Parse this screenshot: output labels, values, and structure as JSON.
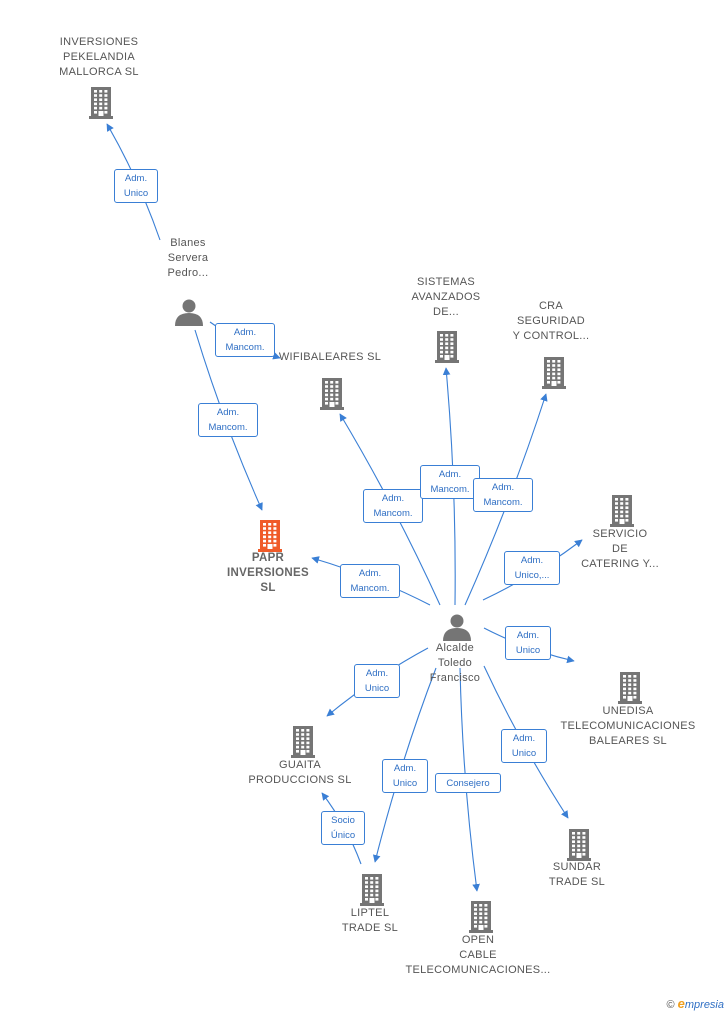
{
  "colors": {
    "edge": "#3a7fd5",
    "node": "#757575",
    "focus": "#f05a28",
    "label": "#555555"
  },
  "nodes": [
    {
      "id": "inversiones-pekelandia",
      "type": "company",
      "label": "INVERSIONES\nPEKELANDIA\nMALLORCA  SL"
    },
    {
      "id": "blanes-servera",
      "type": "person",
      "label": "Blanes\nServera\nPedro..."
    },
    {
      "id": "papr-inversiones",
      "type": "company",
      "focus": true,
      "label": "PAPR\nINVERSIONES\nSL"
    },
    {
      "id": "wifibaleares",
      "type": "company",
      "label": "WIFIBALEARES SL"
    },
    {
      "id": "sistemas-avanzados",
      "type": "company",
      "label": "SISTEMAS\nAVANZADOS\nDE..."
    },
    {
      "id": "cra-seguridad",
      "type": "company",
      "label": "CRA\nSEGURIDAD\nY CONTROL..."
    },
    {
      "id": "servicio-catering",
      "type": "company",
      "label": "SERVICIO\nDE\nCATERING Y..."
    },
    {
      "id": "alcalde-toledo",
      "type": "person",
      "label": "Alcalde\nToledo\nFrancisco"
    },
    {
      "id": "unedisa",
      "type": "company",
      "label": "UNEDISA\nTELECOMUNICACIONES\nBALEARES  SL"
    },
    {
      "id": "guaita",
      "type": "company",
      "label": "GUAITA\nPRODUCCIONS SL"
    },
    {
      "id": "sundar",
      "type": "company",
      "label": "SUNDAR\nTRADE  SL"
    },
    {
      "id": "liptel",
      "type": "company",
      "label": "LIPTEL\nTRADE SL"
    },
    {
      "id": "open-cable",
      "type": "company",
      "label": "OPEN\nCABLE\nTELECOMUNICACIONES..."
    }
  ],
  "edges": [
    {
      "from": "blanes-servera",
      "to": "inversiones-pekelandia",
      "label": "Adm.\nUnico"
    },
    {
      "from": "blanes-servera",
      "to": "wifibaleares",
      "label": "Adm.\nMancom."
    },
    {
      "from": "blanes-servera",
      "to": "papr-inversiones",
      "label": "Adm.\nMancom."
    },
    {
      "from": "alcalde-toledo",
      "to": "wifibaleares",
      "label": "Adm.\nMancom."
    },
    {
      "from": "alcalde-toledo",
      "to": "sistemas-avanzados",
      "label": "Adm.\nMancom."
    },
    {
      "from": "alcalde-toledo",
      "to": "cra-seguridad",
      "label": "Adm.\nMancom."
    },
    {
      "from": "alcalde-toledo",
      "to": "papr-inversiones",
      "label": "Adm.\nMancom."
    },
    {
      "from": "alcalde-toledo",
      "to": "servicio-catering",
      "label": "Adm.\nUnico,..."
    },
    {
      "from": "alcalde-toledo",
      "to": "unedisa",
      "label": "Adm.\nUnico"
    },
    {
      "from": "alcalde-toledo",
      "to": "guaita",
      "label": "Adm.\nUnico"
    },
    {
      "from": "alcalde-toledo",
      "to": "sundar",
      "label": "Adm.\nUnico"
    },
    {
      "from": "alcalde-toledo",
      "to": "liptel",
      "label": "Adm.\nUnico"
    },
    {
      "from": "alcalde-toledo",
      "to": "open-cable",
      "label": "Consejero"
    },
    {
      "from": "liptel",
      "to": "guaita",
      "label": "Socio\nÚnico"
    }
  ],
  "footer": {
    "copyright": "©",
    "brand_initial": "e",
    "brand_rest": "mpresia"
  }
}
